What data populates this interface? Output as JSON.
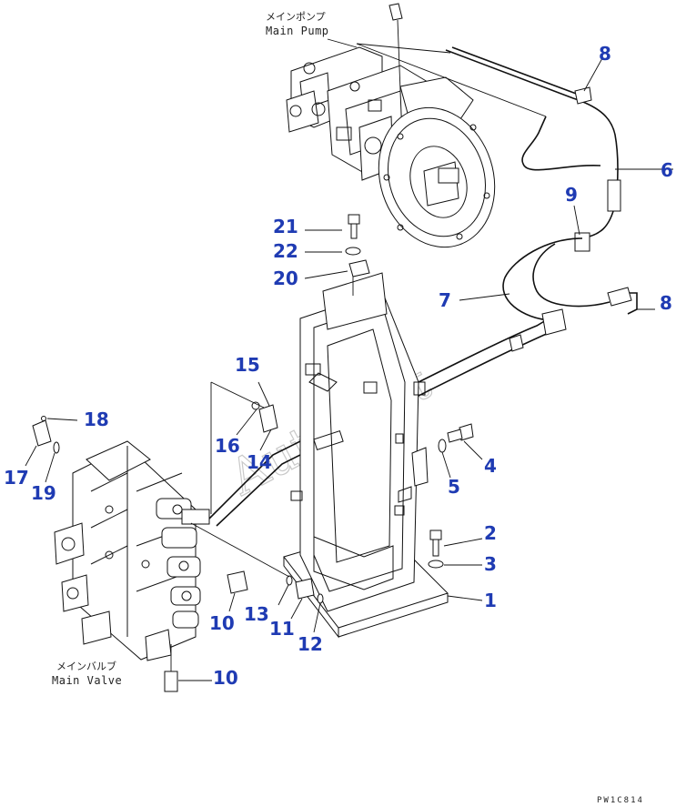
{
  "labels": {
    "pump_jp": "メインポンプ",
    "pump_en": "Main Pump",
    "valve_jp": "メインバルブ",
    "valve_en": "Main Valve",
    "watermark": "AutoSoft",
    "drawing_code": "PW1C814"
  },
  "callouts": {
    "c1": "1",
    "c2": "2",
    "c3": "3",
    "c4": "4",
    "c5": "5",
    "c6": "6",
    "c7": "7",
    "c8a": "8",
    "c8b": "8",
    "c9": "9",
    "c10a": "10",
    "c10b": "10",
    "c11": "11",
    "c12": "12",
    "c13": "13",
    "c14": "14",
    "c15": "15",
    "c16": "16",
    "c17": "17",
    "c18": "18",
    "c19": "19",
    "c20": "20",
    "c21": "21",
    "c22": "22"
  },
  "colors": {
    "callout": "#1f3bb3",
    "line": "#111111",
    "watermark": "#c9c9c9"
  }
}
